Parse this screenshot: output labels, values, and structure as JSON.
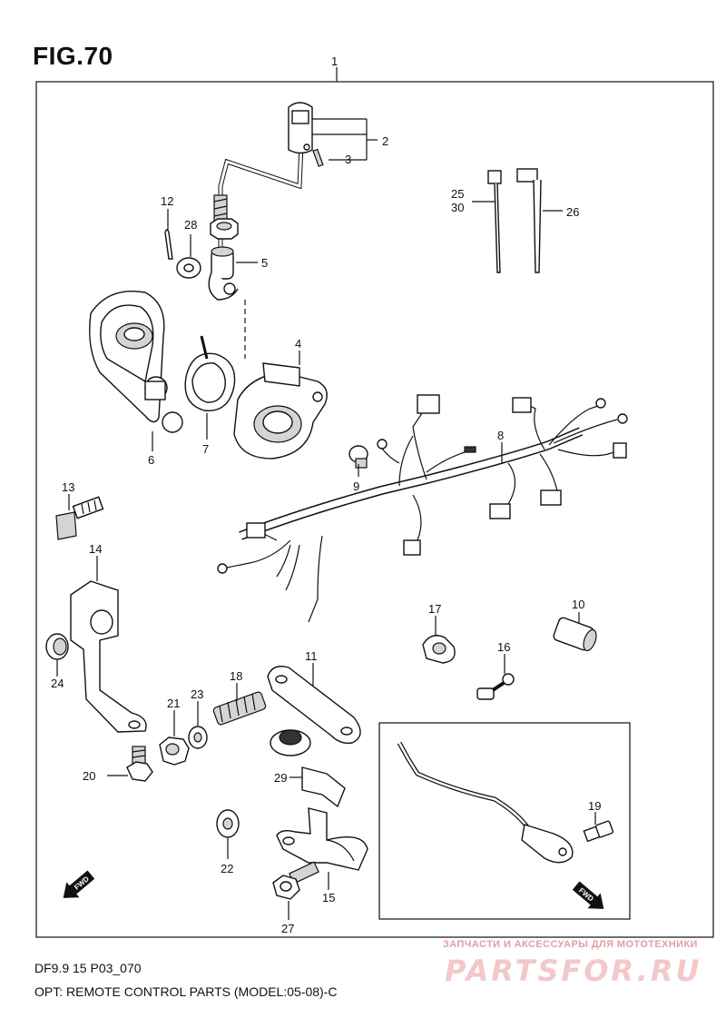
{
  "figure": {
    "title": "FIG.70",
    "model_code": "DF9.9 15 P03_070",
    "description": "OPT: REMOTE CONTROL PARTS (MODEL:05-08)-C"
  },
  "callouts": {
    "c1": "1",
    "c2": "2",
    "c3": "3",
    "c4": "4",
    "c5": "5",
    "c6": "6",
    "c7": "7",
    "c8": "8",
    "c9": "9",
    "c10": "10",
    "c11": "11",
    "c12": "12",
    "c13": "13",
    "c14": "14",
    "c15": "15",
    "c16": "16",
    "c17": "17",
    "c18": "18",
    "c19": "19",
    "c20": "20",
    "c21": "21",
    "c22": "22",
    "c23": "23",
    "c24": "24",
    "c25": "25",
    "c30": "30",
    "c26": "26",
    "c27": "27",
    "c28": "28",
    "c29": "29"
  },
  "fwd_marks": {
    "left": "FWD",
    "right": "FWD"
  },
  "watermark": {
    "tagline": "ЗАПЧАСТИ И АКСЕССУАРЫ ДЛЯ МОТОТЕХНИКИ",
    "brand": "PARTSFOR.RU"
  }
}
